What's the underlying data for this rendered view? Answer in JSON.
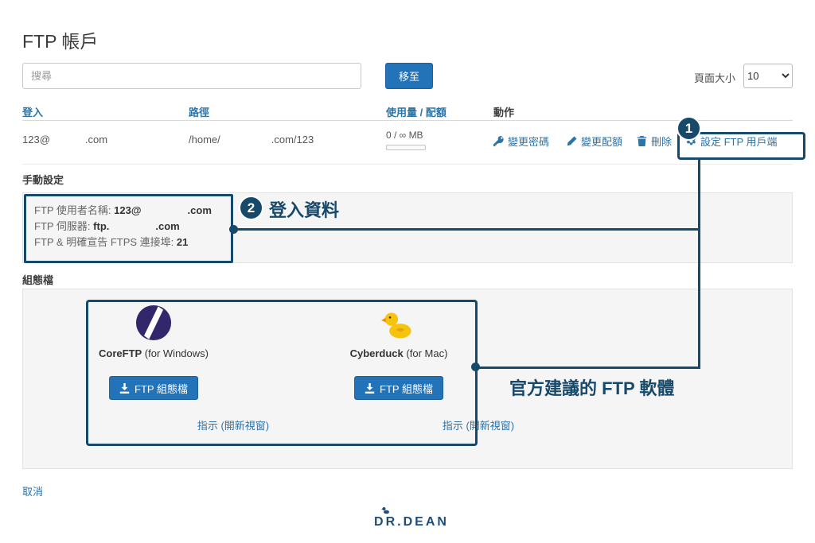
{
  "colors": {
    "annotation_navy": "#17496b",
    "link_blue": "#2b74a8",
    "button_blue": "#2373b8"
  },
  "header": {
    "title": "FTP 帳戶"
  },
  "toolbar": {
    "search_placeholder": "搜尋",
    "go_button": "移至",
    "page_size_label": "頁面大小",
    "page_size_value": "10"
  },
  "table": {
    "headers": {
      "login": "登入",
      "path": "路徑",
      "usage": "使用量 / 配額",
      "actions": "動作"
    },
    "row": {
      "login_prefix": "123@",
      "login_suffix": ".com",
      "path_prefix": "/home/",
      "path_suffix": ".com/123",
      "usage": "0 / ∞ MB",
      "actions": {
        "change_password": "變更密碼",
        "change_quota": "變更配額",
        "delete": "刪除",
        "configure_client": "設定 FTP 用戶端"
      }
    }
  },
  "manual": {
    "section_label": "手動設定",
    "username_label": "FTP 使用者名稱:",
    "username_prefix": "123@",
    "username_suffix": ".com",
    "server_label": "FTP 伺服器:",
    "server_prefix": "ftp.",
    "server_suffix": ".com",
    "port_label": "FTP & 明確宣告 FTPS 連接埠:",
    "port_value": "21"
  },
  "config": {
    "section_label": "組態檔",
    "coreftp": {
      "name": "CoreFTP",
      "platform": " (for Windows)",
      "button": "FTP 組態檔",
      "instructions": "指示 (開新視窗)"
    },
    "cyberduck": {
      "name": "Cyberduck",
      "platform": " (for Mac)",
      "button": "FTP 組態檔",
      "instructions": "指示 (開新視窗)"
    }
  },
  "annotations": {
    "step1": "1",
    "step2": "2",
    "login_info": "登入資料",
    "recommended": "官方建議的 FTP 軟體"
  },
  "footer": {
    "cancel": "取消",
    "brand": "DR.DEAN"
  }
}
